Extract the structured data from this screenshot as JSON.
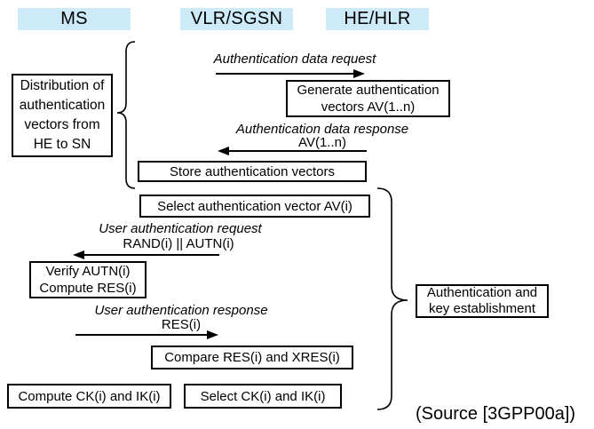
{
  "entities": [
    {
      "label": "MS"
    },
    {
      "label": "VLR/SGSN"
    },
    {
      "label": "HE/HLR"
    }
  ],
  "messages": [
    {
      "label": "Authentication data request",
      "sublabel": "",
      "direction": "right"
    },
    {
      "label": "Authentication data response",
      "sublabel": "AV(1..n)",
      "direction": "left"
    },
    {
      "label": "User authentication request",
      "sublabel": "RAND(i) || AUTN(i)",
      "direction": "left"
    },
    {
      "label": "User authentication response",
      "sublabel": "RES(i)",
      "direction": "right"
    }
  ],
  "boxes": {
    "distribution": {
      "lines": [
        "Distribution of",
        "authentication",
        "vectors from",
        "HE to SN"
      ]
    },
    "generate": {
      "lines": [
        "Generate authentication",
        "vectors AV(1..n)"
      ]
    },
    "store": {
      "label": "Store authentication vectors"
    },
    "select_av": {
      "label": "Select authentication vector AV(i)"
    },
    "verify": {
      "lines": [
        "Verify AUTN(i)",
        "Compute RES(i)"
      ]
    },
    "compare": {
      "label": "Compare RES(i) and XRES(i)"
    },
    "compute_ck": {
      "label": "Compute CK(i) and IK(i)"
    },
    "select_ck": {
      "label": "Select CK(i) and IK(i)"
    },
    "auth_key": {
      "lines": [
        "Authentication and",
        "key establishment"
      ]
    }
  },
  "source_note": "(Source [3GPP00a])",
  "colors": {
    "entity_bg": "#cdeaf9",
    "line": "#000000",
    "background": "#ffffff"
  }
}
